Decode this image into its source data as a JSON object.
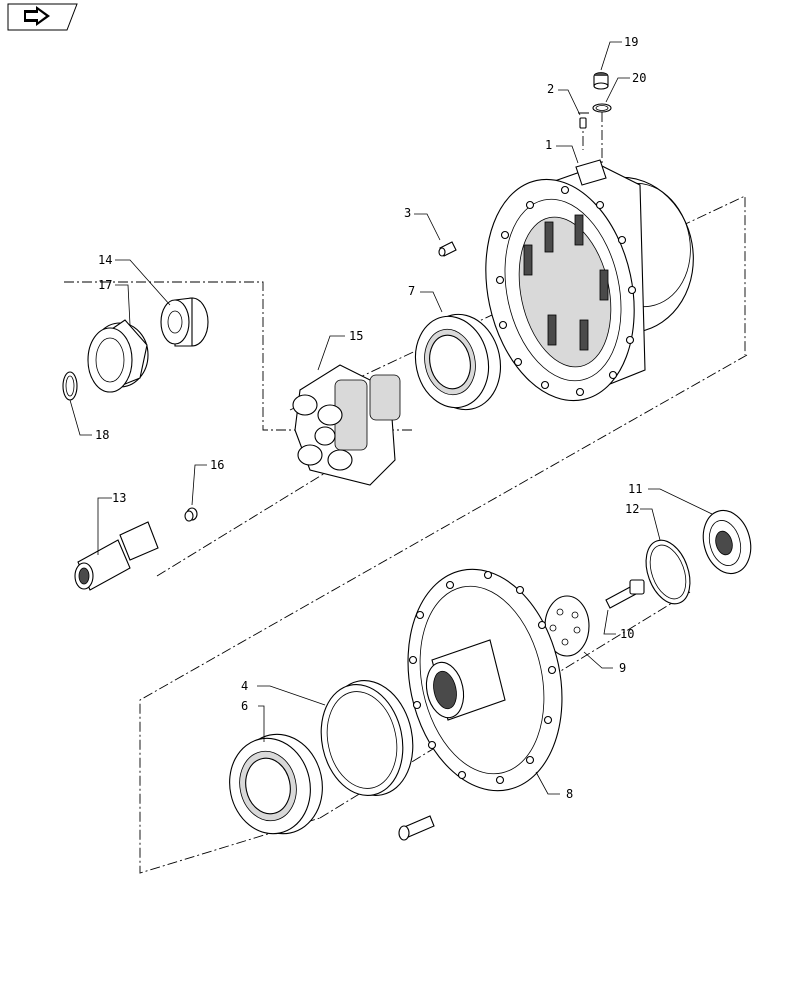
{
  "nav": {
    "icon": "next-page-arrow-icon"
  },
  "labels": {
    "p1": "1",
    "p2": "2",
    "p3": "3",
    "p4": "4",
    "p6": "6",
    "p7": "7",
    "p8": "8",
    "p9": "9",
    "p10": "10",
    "p11": "11",
    "p12": "12",
    "p13": "13",
    "p14": "14",
    "p15": "15",
    "p16": "16",
    "p17": "17",
    "p18": "18",
    "p19": "19",
    "p20": "20"
  }
}
